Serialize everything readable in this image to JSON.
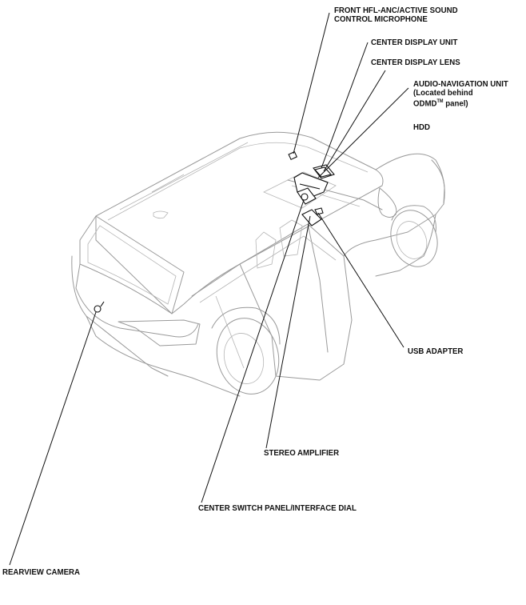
{
  "labels": {
    "microphone_line1": "FRONT HFL-ANC/ACTIVE SOUND",
    "microphone_line2": "CONTROL MICROPHONE",
    "center_display_unit": "CENTER DISPLAY UNIT",
    "center_display_lens": "CENTER DISPLAY LENS",
    "audio_nav_line1": "AUDIO-NAVIGATION UNIT",
    "audio_nav_line2": "(Located behind",
    "audio_nav_line3_pre": "ODMD",
    "audio_nav_line3_tm": "TM",
    "audio_nav_line3_post": " panel)",
    "hdd": "HDD",
    "usb_adapter": "USB ADAPTER",
    "stereo_amplifier": "STEREO AMPLIFIER",
    "center_switch_panel": "CENTER SWITCH PANEL/INTERFACE DIAL",
    "rearview_camera": "REARVIEW CAMERA"
  },
  "colors": {
    "ink": "#111111",
    "car_outline": "#9a9a9a",
    "background": "#ffffff"
  }
}
